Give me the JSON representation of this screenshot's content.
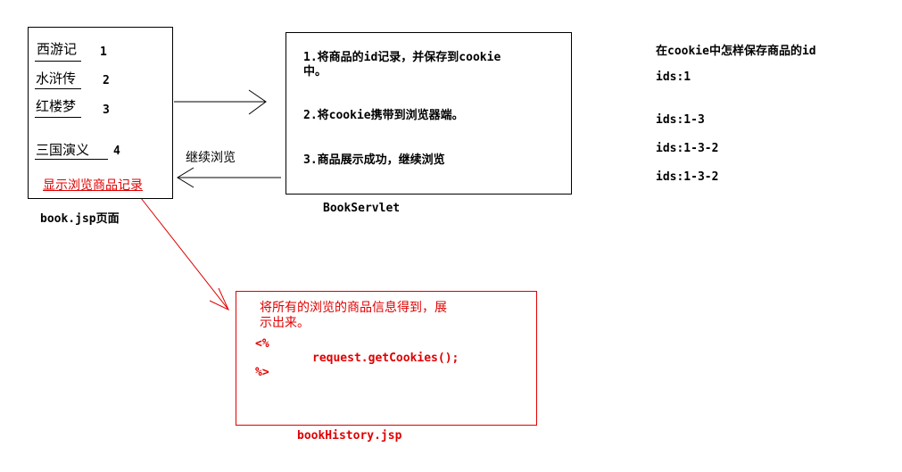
{
  "book_page": {
    "items": [
      {
        "title": "西游记",
        "num": "1"
      },
      {
        "title": "水浒传",
        "num": "2"
      },
      {
        "title": "红楼梦",
        "num": "3"
      },
      {
        "title": "三国演义",
        "num": "4"
      }
    ],
    "link_label": "显示浏览商品记录",
    "caption": "book.jsp页面"
  },
  "servlet": {
    "steps": [
      "1.将商品的id记录，并保存到cookie",
      "中。",
      "2.将cookie携带到浏览器端。",
      "3.商品展示成功，继续浏览"
    ],
    "caption": "BookServlet"
  },
  "continue_label": "继续浏览",
  "cookie_notes": {
    "title": "在cookie中怎样保存商品的id",
    "lines": [
      "ids:1",
      "ids:1-3",
      "ids:1-3-2",
      "ids:1-3-2"
    ]
  },
  "history": {
    "line1": "将所有的浏览的商品信息得到，展",
    "line2": "示出来。",
    "code_open": "<%",
    "code_call": "request.getCookies();",
    "code_close": "%>",
    "caption": "bookHistory.jsp"
  },
  "colors": {
    "red": "#e00000",
    "black": "#000000"
  }
}
